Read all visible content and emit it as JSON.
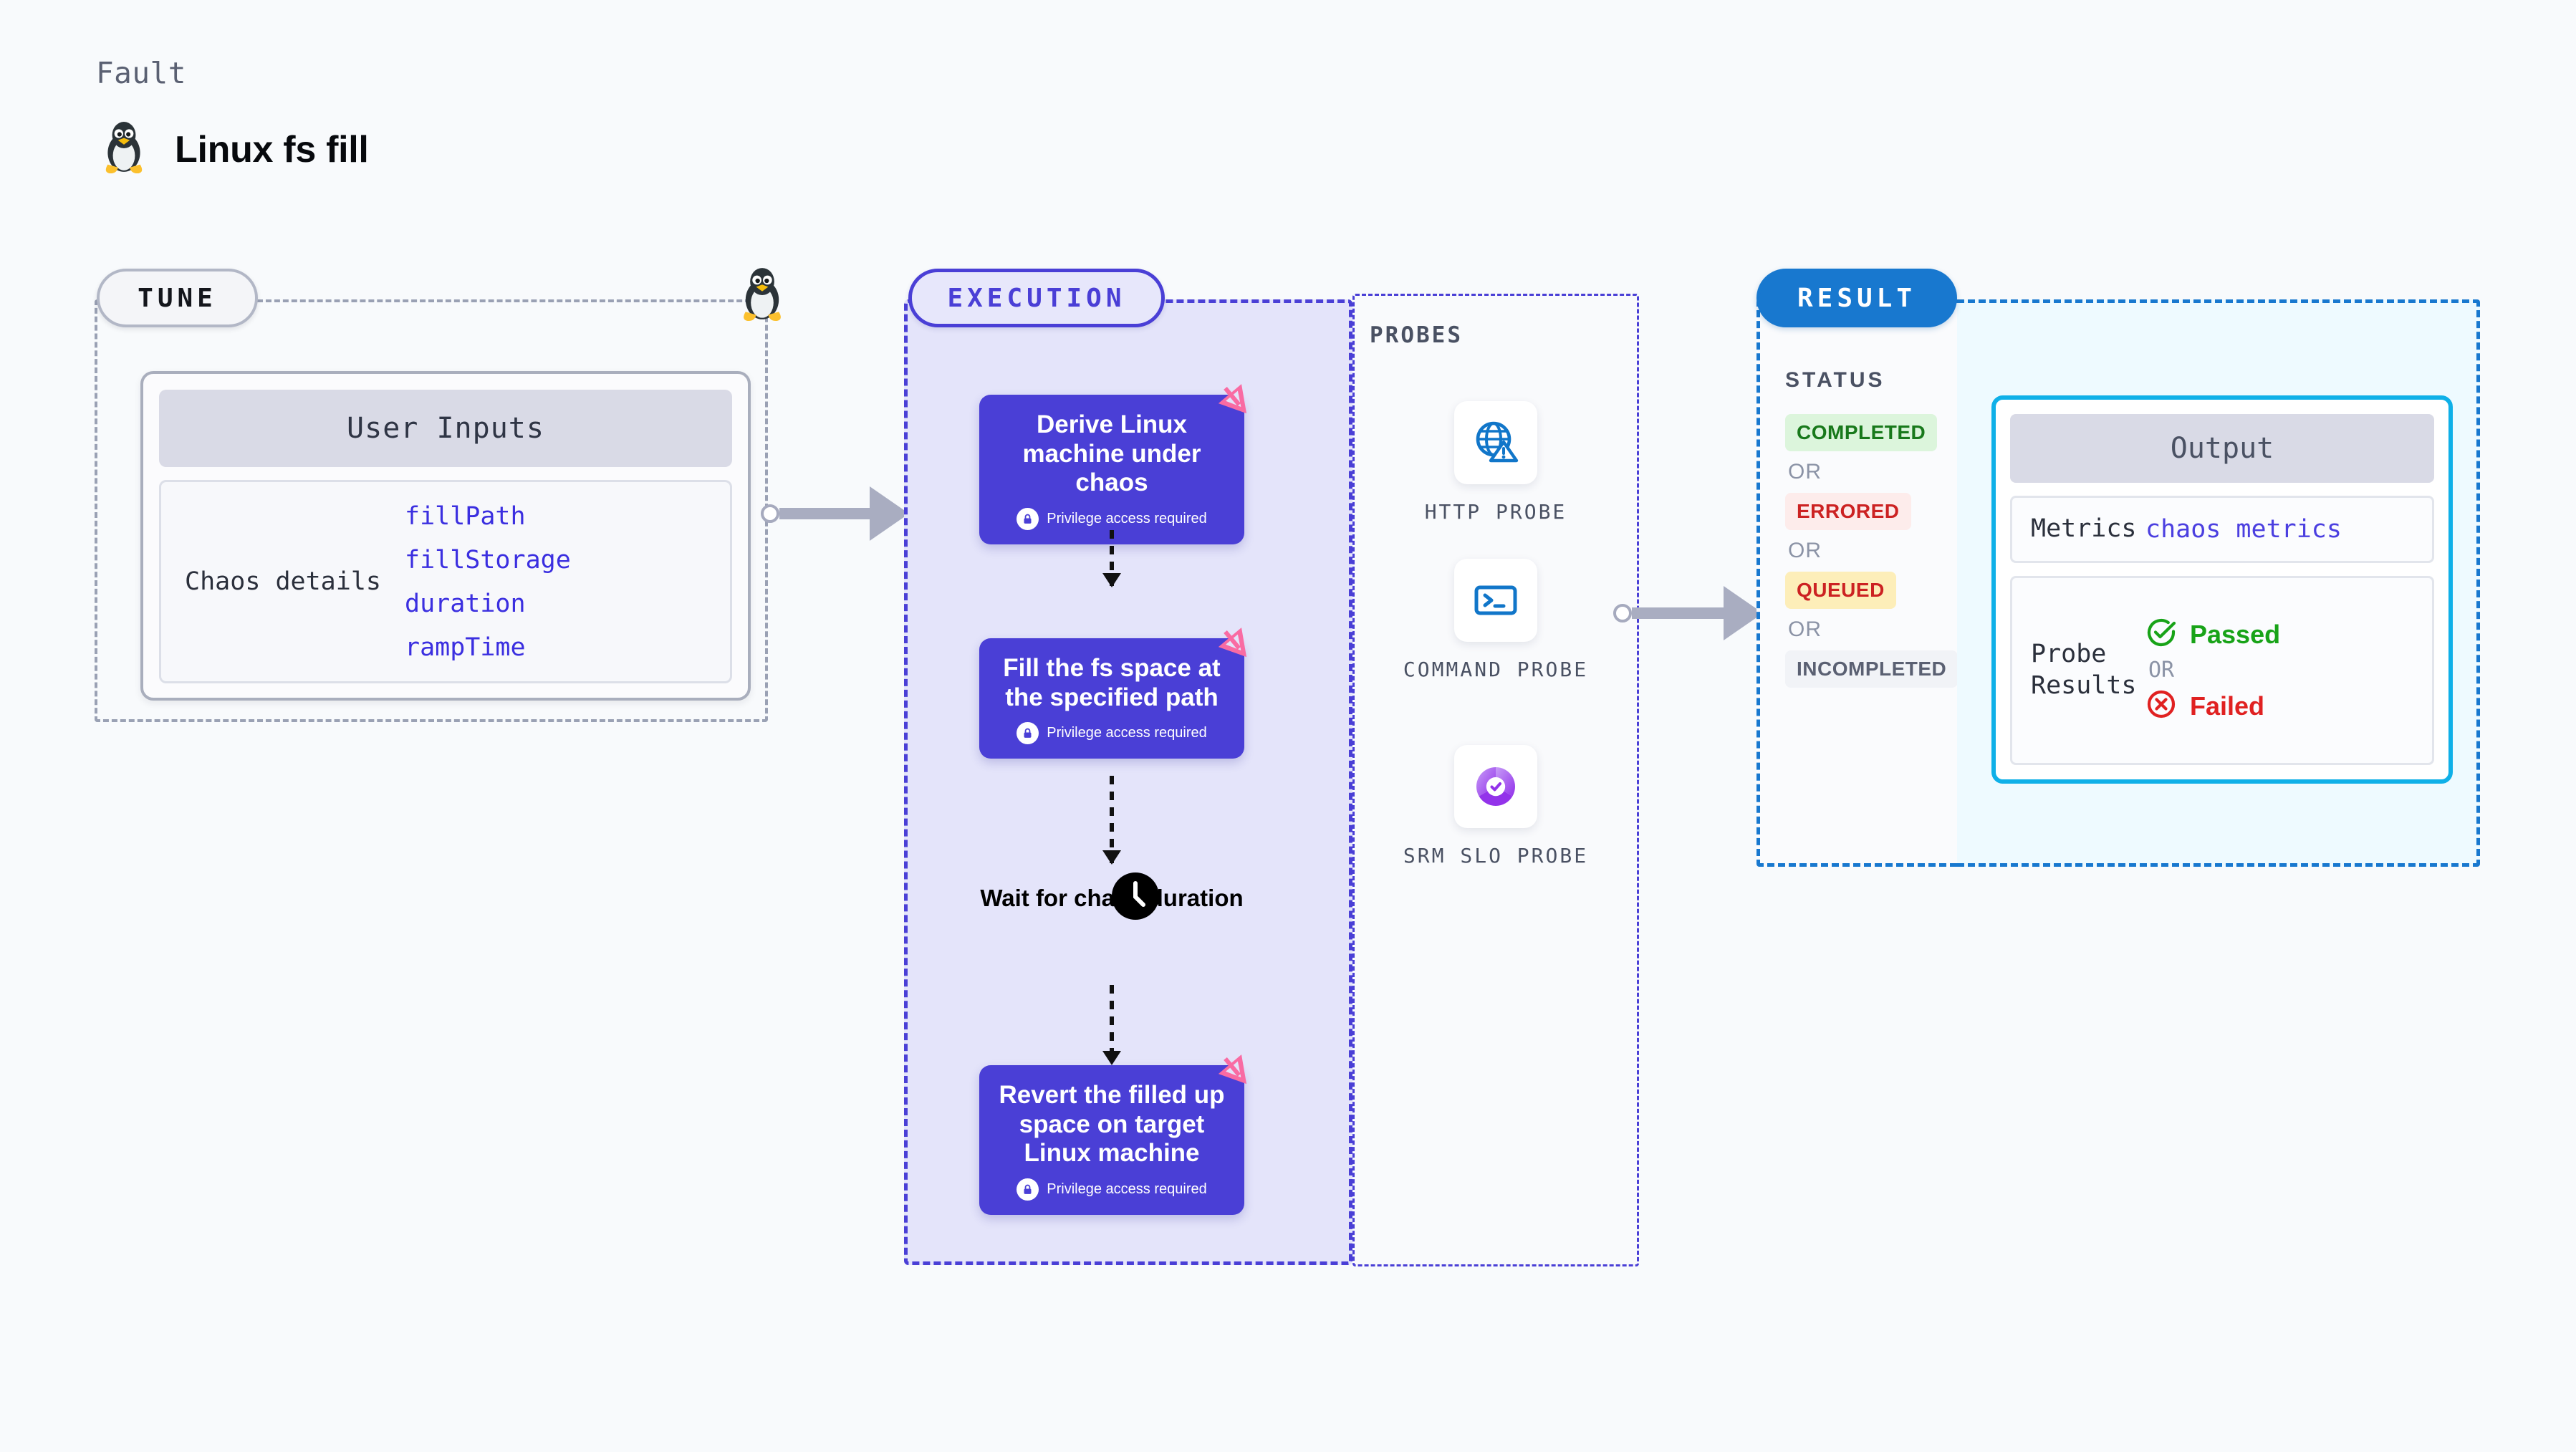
{
  "header": {
    "kicker": "Fault",
    "title": "Linux fs fill",
    "icon": "linux-penguin-icon"
  },
  "tune": {
    "label": "TUNE",
    "icon": "linux-penguin-icon",
    "user_inputs": {
      "heading": "User Inputs",
      "rows": [
        {
          "key": "Chaos details",
          "values": [
            "fillPath",
            "fillStorage",
            "duration",
            "rampTime"
          ]
        }
      ]
    }
  },
  "execution": {
    "label": "EXECUTION",
    "steps": [
      {
        "title": "Derive Linux machine under chaos",
        "sub": "Privilege access required",
        "icon": "lock-icon",
        "flag": "chaos-flag-icon"
      },
      {
        "title": "Fill the fs space at the specified path",
        "sub": "Privilege access required",
        "icon": "lock-icon",
        "flag": "chaos-flag-icon"
      },
      {
        "title": "Revert the filled up space on target Linux machine",
        "sub": "Privilege access required",
        "icon": "lock-icon",
        "flag": "chaos-flag-icon"
      }
    ],
    "wait": {
      "label": "Wait for chaos duration",
      "icon": "clock-icon"
    }
  },
  "probes": {
    "title": "PROBES",
    "items": [
      {
        "label": "HTTP PROBE",
        "icon": "globe-warning-icon"
      },
      {
        "label": "COMMAND PROBE",
        "icon": "terminal-icon"
      },
      {
        "label": "SRM SLO PROBE",
        "icon": "slo-donut-check-icon"
      }
    ]
  },
  "result": {
    "label": "RESULT",
    "status_title": "STATUS",
    "or_label": "OR",
    "statuses": [
      {
        "text": "COMPLETED",
        "bg": "#dcf5dc",
        "fg": "#18791b"
      },
      {
        "text": "ERRORED",
        "bg": "#fdeceb",
        "fg": "#cc2222"
      },
      {
        "text": "QUEUED",
        "bg": "#fdeeb9",
        "fg": "#cc2222"
      },
      {
        "text": "INCOMPLETED",
        "bg": "#f1f3f7",
        "fg": "#5a6072"
      }
    ]
  },
  "output": {
    "heading": "Output",
    "metrics_key": "Metrics",
    "metrics_value": "chaos metrics",
    "probe_results_key": "Probe Results",
    "or_label": "OR",
    "passed": {
      "text": "Passed",
      "color": "#18a318",
      "icon": "check-circle-icon"
    },
    "failed": {
      "text": "Failed",
      "color": "#e02121",
      "icon": "x-circle-icon"
    }
  },
  "colors": {
    "page_bg": "#f8fafc",
    "accent_purple": "#4a3fd6",
    "accent_blue": "#1878cf",
    "accent_cyan": "#0fb0e8",
    "accent_pink": "#f96ba3",
    "value_blue": "#3b2fe0",
    "muted": "#8b93a6"
  }
}
